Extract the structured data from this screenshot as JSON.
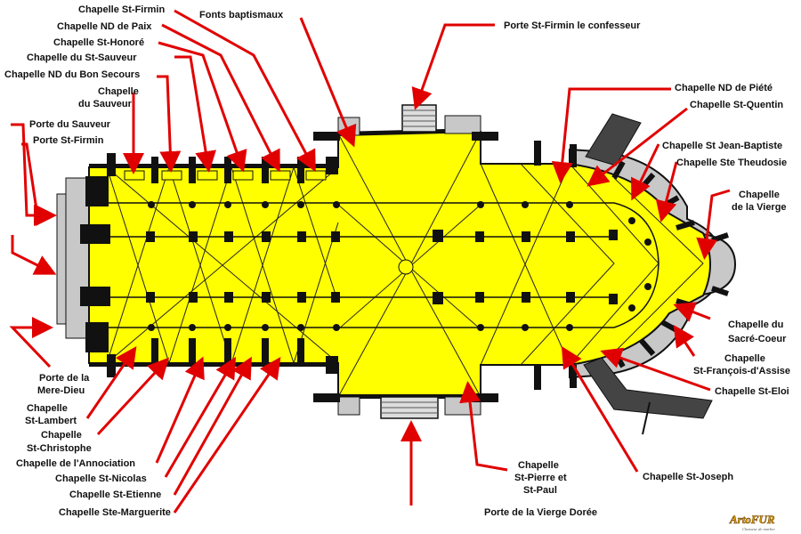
{
  "diagram": {
    "colors": {
      "floor": "#ffff00",
      "walls": "#111111",
      "ambulatory": "#c8c8c8",
      "arrows": "#e10000",
      "ribs": "#222222"
    },
    "labels": {
      "chapelle_st_firmin": "Chapelle St-Firmin",
      "chapelle_nd_de_paix": "Chapelle ND de Paix",
      "chapelle_st_honore": "Chapelle St-Honoré",
      "chapelle_du_st_sauveur": "Chapelle du St-Sauveur",
      "chapelle_nd_bon_secours": "Chapelle ND du Bon Secours",
      "chapelle_du_sauveur_1": "Chapelle",
      "chapelle_du_sauveur_2": "du Sauveur",
      "porte_du_sauveur": "Porte du Sauveur",
      "porte_st_firmin": "Porte St-Firmin",
      "fonts_baptismaux": "Fonts baptismaux",
      "porte_st_firmin_confesseur": "Porte St-Firmin le confesseur",
      "chapelle_nd_de_piete": "Chapelle ND de Piété",
      "chapelle_st_quentin": "Chapelle St-Quentin",
      "chapelle_st_jean_baptiste": "Chapelle St Jean-Baptiste",
      "chapelle_ste_theudosie": "Chapelle Ste Theudosie",
      "chapelle_de_la_vierge_1": "Chapelle",
      "chapelle_de_la_vierge_2": "de la Vierge",
      "chapelle_du_sacre_coeur_1": "Chapelle du",
      "chapelle_du_sacre_coeur_2": "Sacré-Coeur",
      "chapelle_st_francois_1": "Chapelle",
      "chapelle_st_francois_2": "St-François-d'Assise",
      "chapelle_st_eloi": "Chapelle St-Eloi",
      "chapelle_st_joseph": "Chapelle St-Joseph",
      "chapelle_st_pierre_1": "Chapelle",
      "chapelle_st_pierre_2": "St-Pierre et",
      "chapelle_st_pierre_3": "St-Paul",
      "porte_vierge_doree": "Porte de la Vierge Dorée",
      "chapelle_ste_marguerite": "Chapelle Ste-Marguerite",
      "chapelle_st_etienne": "Chapelle St-Etienne",
      "chapelle_st_nicolas": "Chapelle St-Nicolas",
      "chapelle_annociation": "Chapelle de l'Annociation",
      "chapelle_st_christophe_1": "Chapelle",
      "chapelle_st_christophe_2": "St-Christophe",
      "chapelle_st_lambert_1": "Chapelle",
      "chapelle_st_lambert_2": "St-Lambert",
      "porte_mere_dieu_1": "Porte de la",
      "porte_mere_dieu_2": "Mere-Dieu"
    },
    "watermark": {
      "name": "ArtoFUR",
      "subtitle": "Chasseur de marbre"
    }
  }
}
